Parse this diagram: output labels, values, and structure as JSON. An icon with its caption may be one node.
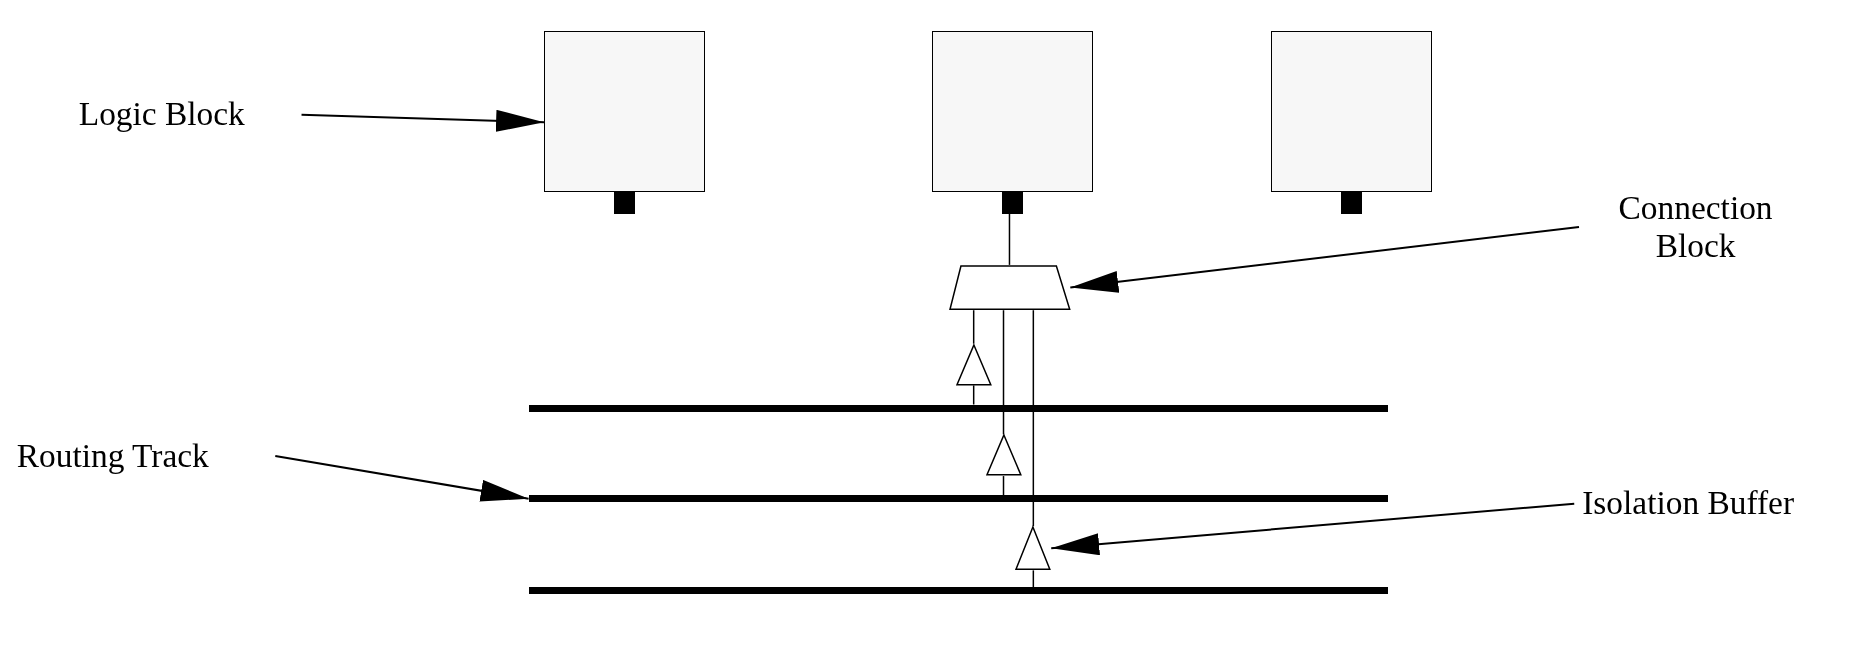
{
  "diagram": {
    "nodes": [
      {
        "text": [
          "Logic Block"
        ]
      },
      {
        "text": [],
        "shape": "box"
      },
      {
        "text": [],
        "shape": "box"
      },
      {
        "text": [],
        "shape": "box"
      },
      {
        "text": [
          "Connection Block"
        ]
      },
      {
        "text": [],
        "shape": "trapezoid"
      },
      {
        "text": [],
        "shape": "triangle"
      },
      {
        "text": [
          "Routing Track"
        ]
      },
      {
        "text": [],
        "shape": "bar"
      },
      {
        "text": [],
        "shape": "triangle"
      },
      {
        "text": [],
        "shape": "bar"
      },
      {
        "text": [
          "Isolation Buffer"
        ]
      },
      {
        "text": [],
        "shape": "triangle"
      },
      {
        "text": [],
        "shape": "bar"
      }
    ],
    "edges": [
      {
        "from": 0,
        "to": 1,
        "arrow": "to"
      },
      {
        "from": 4,
        "to": 5,
        "arrow": "to"
      },
      {
        "from": 7,
        "to": 10,
        "arrow": "to"
      },
      {
        "from": 11,
        "to": 12,
        "arrow": "to"
      },
      {
        "from": 2,
        "to": 5,
        "arrow": "none"
      },
      {
        "from": 5,
        "to": 6,
        "arrow": "none"
      },
      {
        "from": 6,
        "to": 8,
        "arrow": "none"
      },
      {
        "from": 5,
        "to": 9,
        "arrow": "none"
      },
      {
        "from": 9,
        "to": 10,
        "arrow": "none"
      },
      {
        "from": 5,
        "to": 12,
        "arrow": "none"
      },
      {
        "from": 12,
        "to": 13,
        "arrow": "none"
      }
    ]
  }
}
